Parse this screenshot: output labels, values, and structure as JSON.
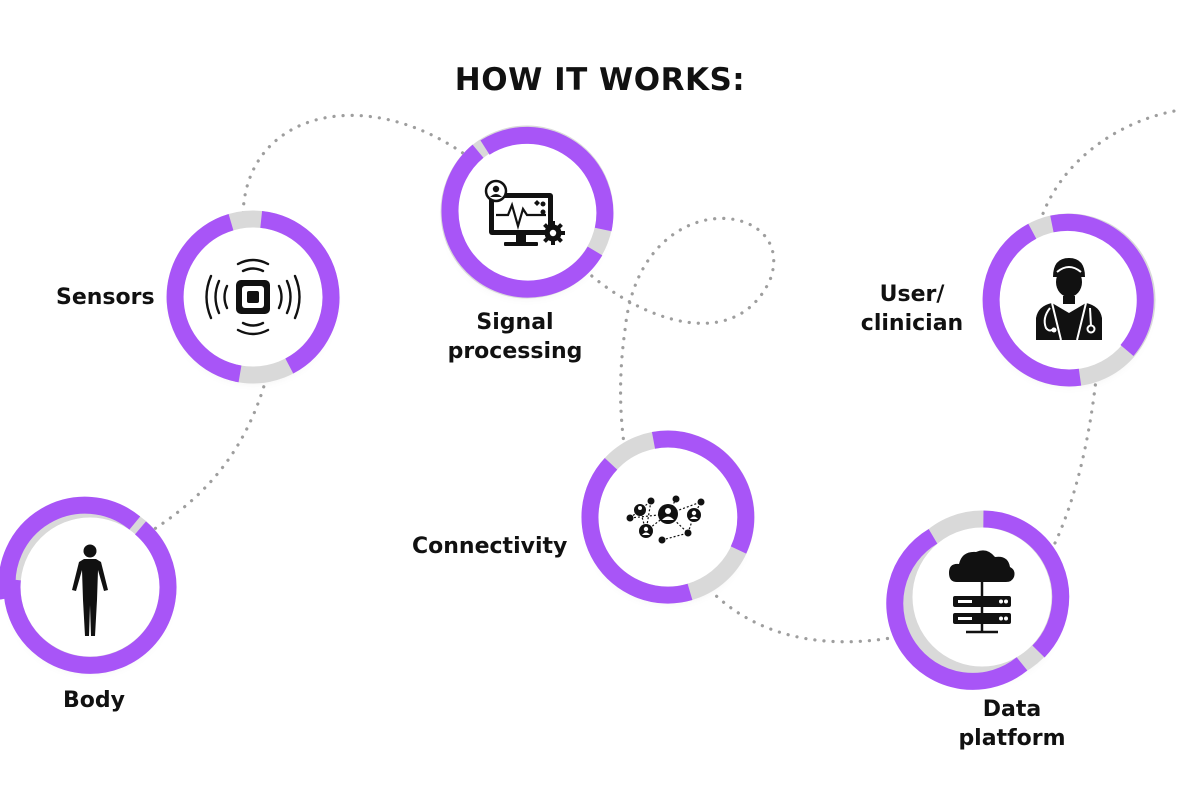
{
  "title": "HOW IT WORKS:",
  "colors": {
    "ring_accent": "#a855f7",
    "ring_track": "#d9d9d9",
    "icon": "#111111",
    "connector": "#9e9e9e",
    "text": "#111111"
  },
  "nodes": [
    {
      "id": "body",
      "label": "Body",
      "icon": "human-body-icon"
    },
    {
      "id": "sensors",
      "label": "Sensors",
      "icon": "sensor-signal-icon"
    },
    {
      "id": "signal",
      "label": "Signal\nprocessing",
      "icon": "monitor-gear-icon"
    },
    {
      "id": "connectivity",
      "label": "Connectivity",
      "icon": "network-nodes-icon"
    },
    {
      "id": "data",
      "label": "Data\nplatform",
      "icon": "cloud-server-icon"
    },
    {
      "id": "user",
      "label": "User/\nclinician",
      "icon": "clinician-icon"
    }
  ]
}
